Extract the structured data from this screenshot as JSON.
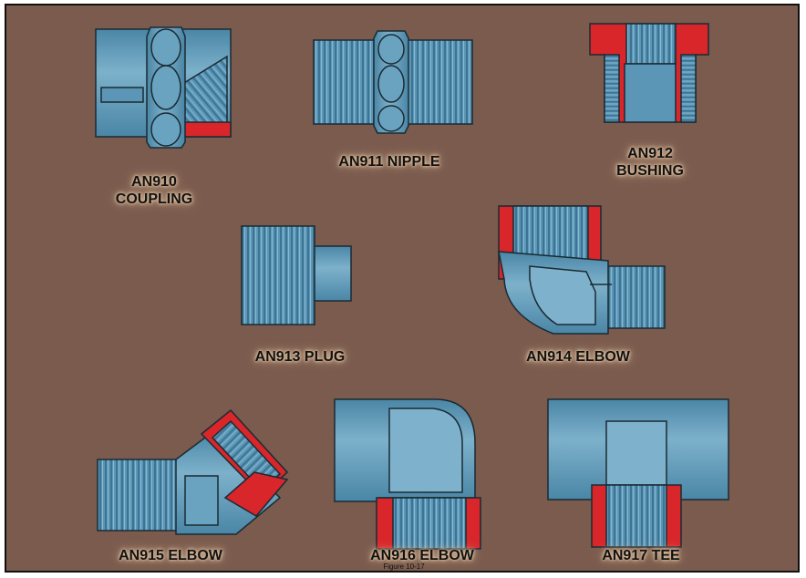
{
  "figure": {
    "caption": "Figure 10-17",
    "colors": {
      "background": "#7a5b4e",
      "fitting_blue": "#5b96b6",
      "fitting_blue_light": "#7eb2cc",
      "fitting_blue_dark": "#3f7896",
      "outline": "#1a2a33",
      "cut_section_red": "#d8262b"
    },
    "fittings": [
      {
        "id": "an910",
        "lines": [
          "AN910",
          "COUPLING"
        ]
      },
      {
        "id": "an911",
        "lines": [
          "AN911 NIPPLE"
        ]
      },
      {
        "id": "an912",
        "lines": [
          "AN912",
          "BUSHING"
        ]
      },
      {
        "id": "an913",
        "lines": [
          "AN913 PLUG"
        ]
      },
      {
        "id": "an914",
        "lines": [
          "AN914 ELBOW"
        ]
      },
      {
        "id": "an915",
        "lines": [
          "AN915 ELBOW"
        ]
      },
      {
        "id": "an916",
        "lines": [
          "AN916 ELBOW"
        ]
      },
      {
        "id": "an917",
        "lines": [
          "AN917 TEE"
        ]
      }
    ]
  }
}
